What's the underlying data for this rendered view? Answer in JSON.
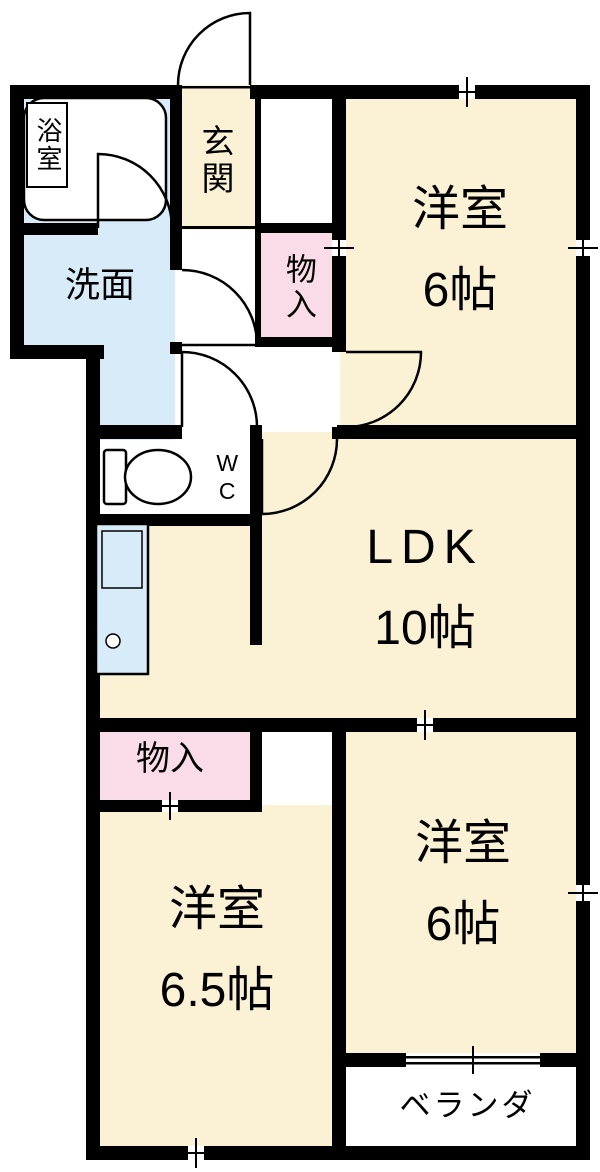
{
  "colors": {
    "room": "#FBF2D6",
    "water": "#D7ECF8",
    "closet": "#F9DCE7",
    "wall": "#000000"
  },
  "rooms": {
    "bath": {
      "label": "浴室"
    },
    "entrance": {
      "label": "玄関"
    },
    "washroom": {
      "label": "洗面"
    },
    "closet_upper": {
      "label": "物入"
    },
    "western_top": {
      "name": "洋室",
      "size": "6帖"
    },
    "wc": {
      "label": "WC"
    },
    "ldk": {
      "name": "LDK",
      "size": "10帖"
    },
    "closet_lower": {
      "label": "物入"
    },
    "western_left": {
      "name": "洋室",
      "size": "6.5帖"
    },
    "western_right": {
      "name": "洋室",
      "size": "6帖"
    },
    "veranda": {
      "label": "ベランダ"
    }
  }
}
